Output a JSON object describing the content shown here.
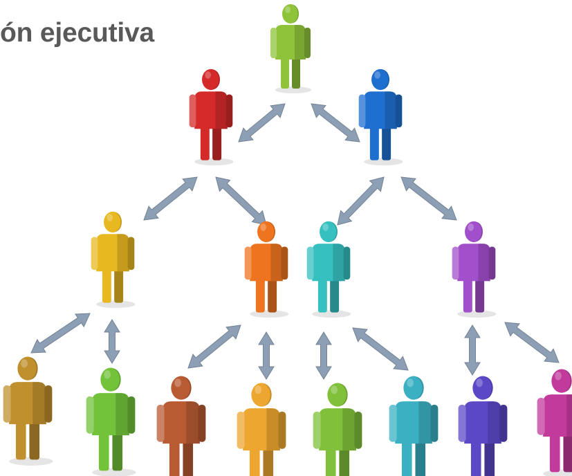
{
  "title": "ón ejecutiva",
  "hierarchy": {
    "levels": [
      {
        "level": 1,
        "people": [
          {
            "id": "p1",
            "color": "#8fc43a"
          }
        ]
      },
      {
        "level": 2,
        "people": [
          {
            "id": "p2",
            "color": "#d42a2a"
          },
          {
            "id": "p3",
            "color": "#1f6fd0"
          }
        ]
      },
      {
        "level": 3,
        "people": [
          {
            "id": "p4",
            "color": "#e8b820"
          },
          {
            "id": "p5",
            "color": "#ee7420"
          },
          {
            "id": "p6",
            "color": "#36c0c0"
          },
          {
            "id": "p7",
            "color": "#a24fcb"
          }
        ]
      },
      {
        "level": 4,
        "people": [
          {
            "id": "p8",
            "color": "#c0902e"
          },
          {
            "id": "p9",
            "color": "#72c23a"
          },
          {
            "id": "p10",
            "color": "#b85a32"
          },
          {
            "id": "p11",
            "color": "#eda630"
          },
          {
            "id": "p12",
            "color": "#80c03a"
          },
          {
            "id": "p13",
            "color": "#3ab0c2"
          },
          {
            "id": "p14",
            "color": "#5a48c6"
          },
          {
            "id": "p15",
            "color": "#c23a9c"
          }
        ]
      }
    ],
    "links": [
      [
        "p1",
        "p2"
      ],
      [
        "p1",
        "p3"
      ],
      [
        "p2",
        "p4"
      ],
      [
        "p2",
        "p5"
      ],
      [
        "p3",
        "p6"
      ],
      [
        "p3",
        "p7"
      ],
      [
        "p4",
        "p8"
      ],
      [
        "p4",
        "p9"
      ],
      [
        "p5",
        "p10"
      ],
      [
        "p5",
        "p11"
      ],
      [
        "p6",
        "p12"
      ],
      [
        "p6",
        "p13"
      ],
      [
        "p7",
        "p14"
      ],
      [
        "p7",
        "p15"
      ]
    ],
    "arrow_color": "#8c9fb5"
  }
}
